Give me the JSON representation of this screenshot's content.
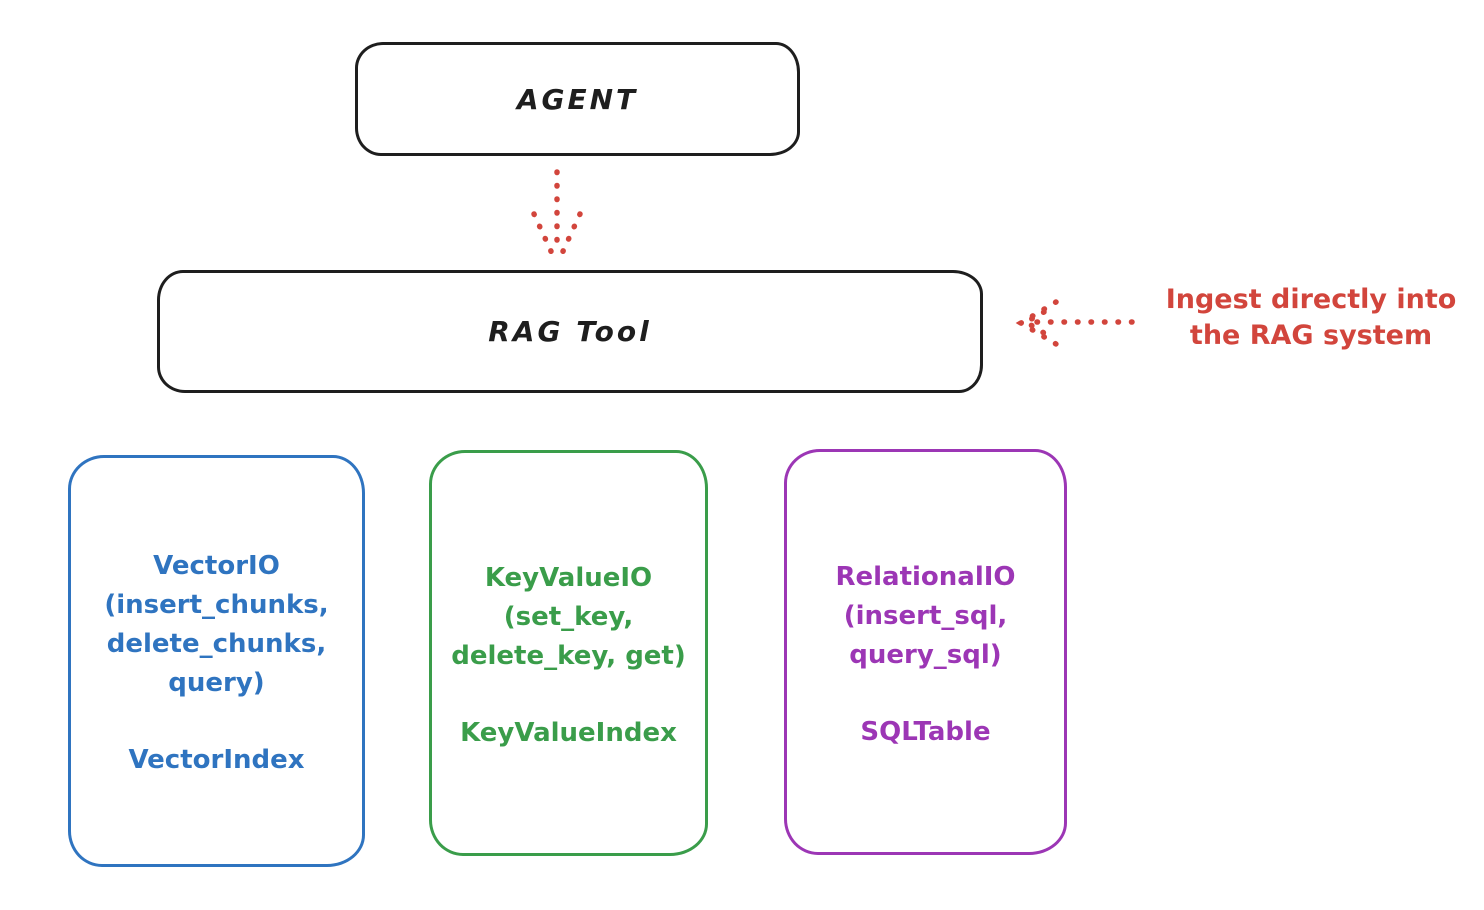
{
  "diagram": {
    "agent_box": {
      "label": "AGENT",
      "border_color": "#1e1e1e"
    },
    "rag_tool_box": {
      "label": "RAG Tool",
      "border_color": "#1e1e1e"
    },
    "annotation": {
      "lines": [
        "Ingest directly into",
        "the RAG system"
      ],
      "color": "#d2453c"
    },
    "arrows": [
      {
        "name": "agent-to-rag-tool",
        "style": "dotted",
        "color": "#d2453c",
        "direction": "down"
      },
      {
        "name": "annotation-to-rag-tool",
        "style": "dotted",
        "color": "#d2453c",
        "direction": "left"
      }
    ],
    "storage_cards": [
      {
        "title": "VectorIO",
        "io_lines": [
          "VectorIO",
          "(insert_chunks,",
          "delete_chunks,",
          "query)"
        ],
        "index_label": "VectorIndex",
        "color": "#2f74c0"
      },
      {
        "title": "KeyValueIO",
        "io_lines": [
          "KeyValueIO",
          "(set_key,",
          "delete_key, get)"
        ],
        "index_label": "KeyValueIndex",
        "color": "#3a9d4a"
      },
      {
        "title": "RelationalIO",
        "io_lines": [
          "RelationalIO",
          "(insert_sql,",
          "query_sql)"
        ],
        "index_label": "SQLTable",
        "color": "#9c36b5"
      }
    ]
  }
}
